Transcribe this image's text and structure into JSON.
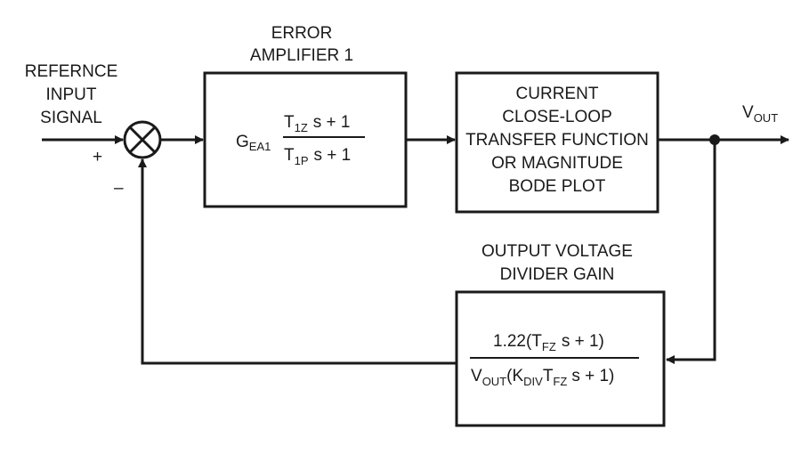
{
  "input": {
    "lines": [
      "REFERNCE",
      "INPUT",
      "SIGNAL"
    ],
    "plus": "+",
    "minus": "–"
  },
  "error_amp": {
    "title": [
      "ERROR",
      "AMPLIFIER 1"
    ],
    "gain_main": "G",
    "gain_sub": "EA1",
    "num_t": "T",
    "num_sub": "1Z",
    "num_rest": "s + 1",
    "den_t": "T",
    "den_sub": "1P",
    "den_rest": "s + 1"
  },
  "current_loop": {
    "lines": [
      "CURRENT",
      "CLOSE-LOOP",
      "TRANSFER FUNCTION",
      "OR MAGNITUDE",
      "BODE PLOT"
    ]
  },
  "output": {
    "main": "V",
    "sub": "OUT"
  },
  "divider": {
    "title": [
      "OUTPUT VOLTAGE",
      "DIVIDER GAIN"
    ],
    "num_a": "1.22(T",
    "num_sub": "FZ",
    "num_b": "s + 1)",
    "den_v": "V",
    "den_v_sub": "OUT",
    "den_k": "(K",
    "den_k_sub": "DIV",
    "den_t": "T",
    "den_t_sub": "FZ",
    "den_rest": "s + 1)"
  },
  "colors": {
    "ink": "#1a1a1a",
    "background": "#ffffff"
  }
}
